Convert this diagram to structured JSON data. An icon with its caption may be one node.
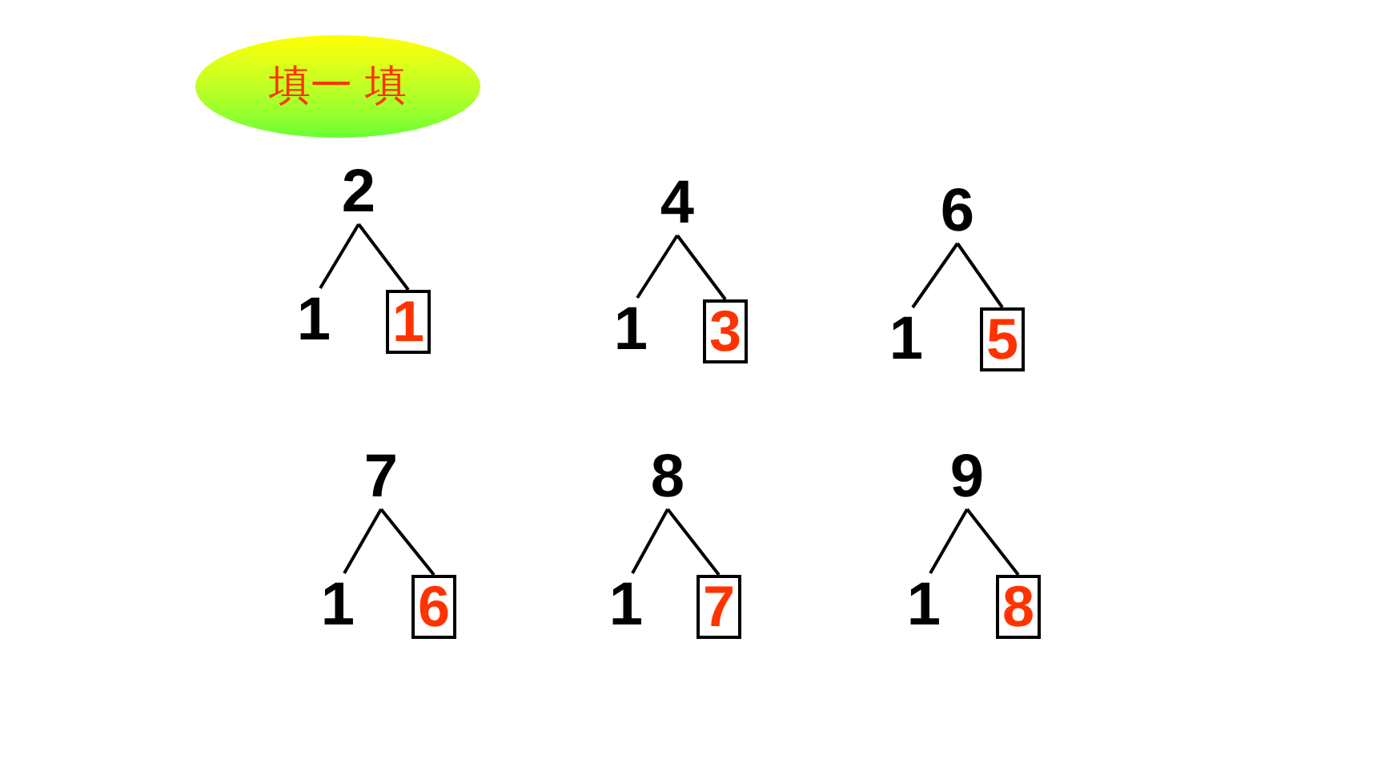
{
  "diagram": {
    "nodes": [
      {
        "text": [
          "填一 填"
        ]
      },
      {
        "text": [
          "2"
        ]
      },
      {
        "text": [
          "1"
        ]
      },
      {
        "text": [
          "1"
        ]
      },
      {
        "text": [
          "4"
        ]
      },
      {
        "text": [
          "1"
        ]
      },
      {
        "text": [
          "3"
        ]
      },
      {
        "text": [
          "6"
        ]
      },
      {
        "text": [
          "1"
        ]
      },
      {
        "text": [
          "5"
        ]
      },
      {
        "text": [
          "7"
        ]
      },
      {
        "text": [
          "1"
        ]
      },
      {
        "text": [
          "6"
        ]
      },
      {
        "text": [
          "8"
        ]
      },
      {
        "text": [
          "1"
        ]
      },
      {
        "text": [
          "7"
        ]
      },
      {
        "text": [
          "9"
        ]
      },
      {
        "text": [
          "1"
        ]
      },
      {
        "text": [
          "8"
        ]
      }
    ],
    "edges": [
      {
        "from": 1,
        "to": 2,
        "arrow": "none"
      },
      {
        "from": 1,
        "to": 3,
        "arrow": "none"
      },
      {
        "from": 4,
        "to": 5,
        "arrow": "none"
      },
      {
        "from": 4,
        "to": 6,
        "arrow": "none"
      },
      {
        "from": 7,
        "to": 8,
        "arrow": "none"
      },
      {
        "from": 7,
        "to": 9,
        "arrow": "none"
      },
      {
        "from": 10,
        "to": 11,
        "arrow": "none"
      },
      {
        "from": 10,
        "to": 12,
        "arrow": "none"
      },
      {
        "from": 13,
        "to": 14,
        "arrow": "none"
      },
      {
        "from": 13,
        "to": 15,
        "arrow": "none"
      },
      {
        "from": 16,
        "to": 17,
        "arrow": "none"
      },
      {
        "from": 16,
        "to": 18,
        "arrow": "none"
      }
    ]
  }
}
